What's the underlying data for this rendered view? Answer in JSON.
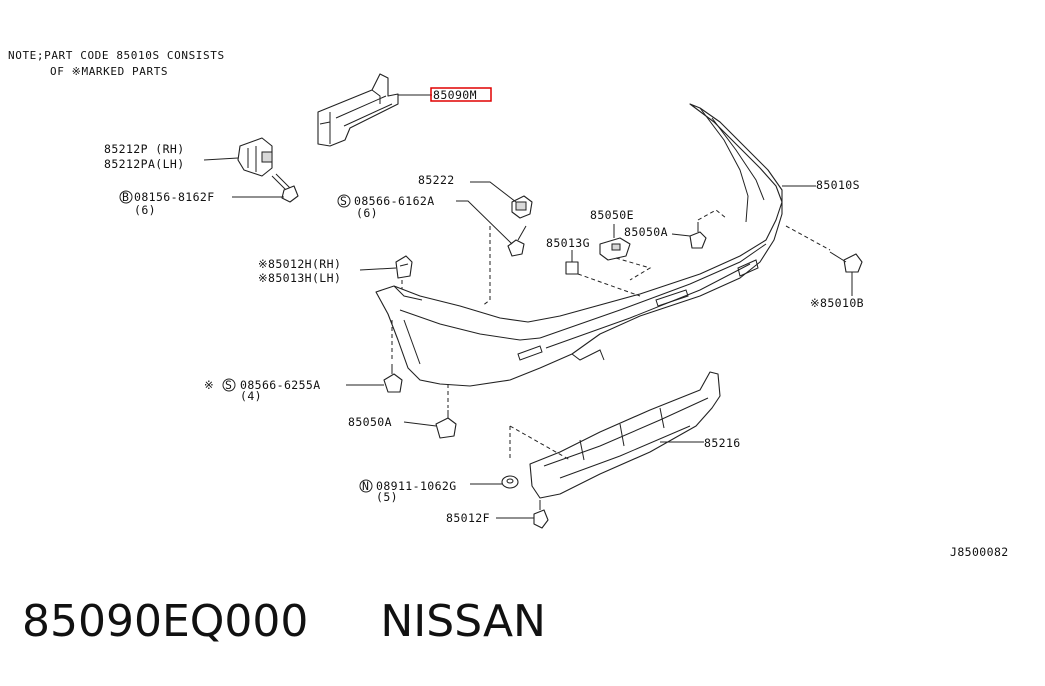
{
  "note": {
    "line1": "NOTE;PART CODE 85010S CONSISTS",
    "line2": "OF ※MARKED PARTS"
  },
  "labels": {
    "highlighted_part": "85090M",
    "bracket_rh": "85212P (RH)",
    "bracket_lh": "85212PA(LH)",
    "bolt_b": "08156-8162F",
    "bolt_b_qty": "(6)",
    "retainer_85222": "85222",
    "screw_s1": "08566-6162A",
    "screw_s1_qty": "(6)",
    "clip_rh": "※85012H(RH)",
    "clip_lh": "※85013H(LH)",
    "screw_s2": "08566-6255A",
    "screw_s2_qty": "(4)",
    "p85050a_low": "85050A",
    "nut_n": "08911-1062G",
    "nut_n_qty": "(5)",
    "p85012f": "85012F",
    "p85216": "85216",
    "p85050e": "85050E",
    "p85050a_mid": "85050A",
    "p85013g": "85013G",
    "p85010s": "85010S",
    "p85010b": "※85010B",
    "diagram_id": "J8500082"
  },
  "caption": {
    "part_number": "85090EQ000",
    "brand": "NISSAN"
  },
  "colors": {
    "highlight": "#e00000",
    "ink": "#111111"
  }
}
